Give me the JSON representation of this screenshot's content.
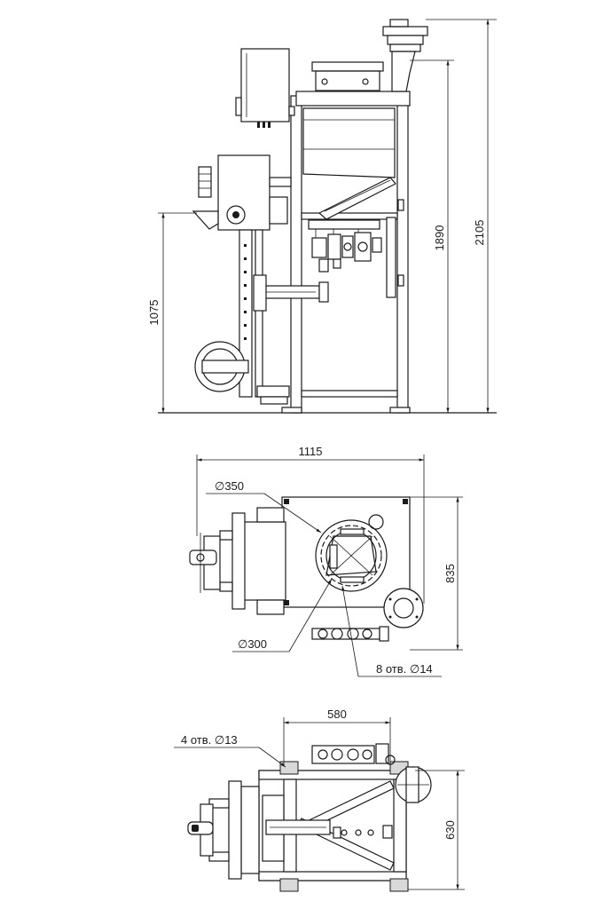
{
  "views": {
    "side": {
      "dim_height_total": "2105",
      "dim_height_frame": "1890",
      "dim_height_spout": "1075"
    },
    "top": {
      "dim_width": "1115",
      "dim_depth": "835",
      "dim_diameter_outer": "∅350",
      "dim_diameter_inner": "∅300",
      "holes_note": "8 отв. ∅14"
    },
    "bottom": {
      "dim_width": "580",
      "dim_depth": "630",
      "holes_note": "4 отв. ∅13"
    }
  },
  "colors": {
    "line": "#1a1a1a",
    "background": "#ffffff"
  }
}
